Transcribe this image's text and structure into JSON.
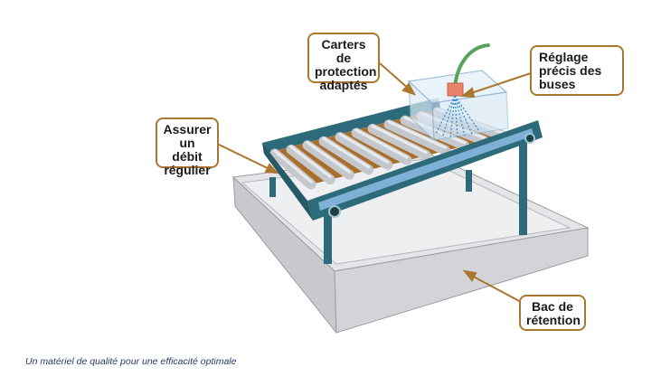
{
  "callouts": {
    "carters": [
      "Carters de",
      "protection",
      "adaptés"
    ],
    "reglage": [
      "Réglage",
      "précis des",
      "buses"
    ],
    "assurer": [
      "Assurer",
      "un débit",
      "régulier"
    ],
    "bac": [
      "Bac de",
      "rétention"
    ]
  },
  "caption": "Un matériel de qualité pour une efficacité optimale",
  "colors": {
    "frame": "#2e6b7a",
    "frame_light": "#6aa4c8",
    "tray": "#d9dadc",
    "roller": "#c4c7cc",
    "belt": "#a86e2a",
    "callout_border": "#a9772f",
    "nozzle": "#e8836a",
    "spray": "#3a8fc9",
    "hose": "#5aa35a"
  },
  "icons": [
    "measuring-cylinder-icon",
    "spray-nozzle-icon"
  ]
}
